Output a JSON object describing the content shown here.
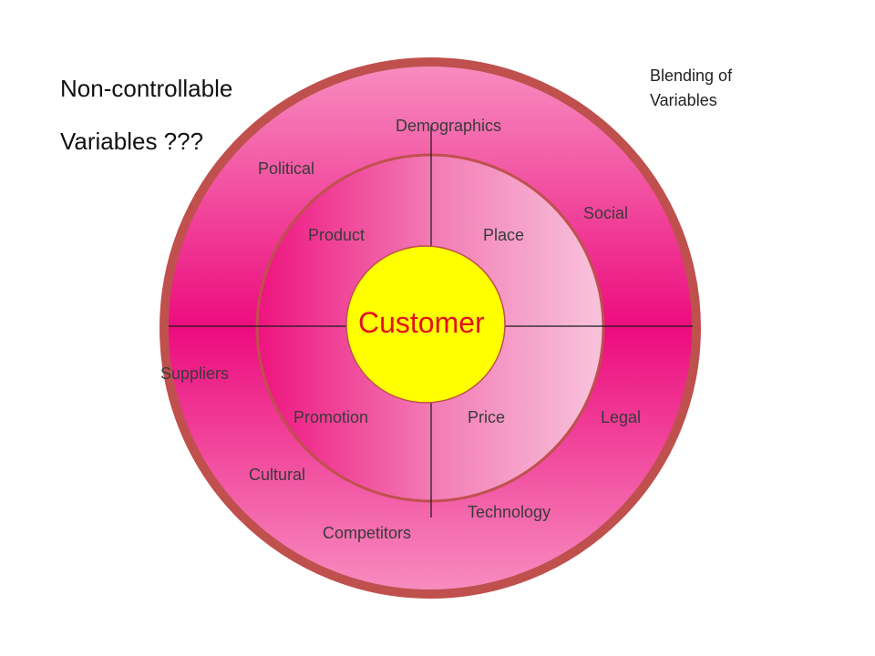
{
  "heading": {
    "line1": "Non-controllable",
    "line2": "Variables ???"
  },
  "note": {
    "line1": "Blending of",
    "line2": "Variables"
  },
  "center": {
    "label": "Customer"
  },
  "marketing_mix": {
    "product": "Product",
    "place": "Place",
    "promotion": "Promotion",
    "price": "Price"
  },
  "environment": {
    "demographics": "Demographics",
    "political": "Political",
    "social": "Social",
    "suppliers": "Suppliers",
    "legal": "Legal",
    "cultural": "Cultural",
    "technology": "Technology",
    "competitors": "Competitors"
  },
  "colors": {
    "outer_border": "#c0504d",
    "outer_light": "#f78ec0",
    "outer_deep": "#ec0c7e",
    "inner_deep": "#ee137f",
    "inner_light": "#f8c4dc",
    "center_fill": "#ffff00",
    "center_text": "#e0121e",
    "axis_line": "#1a1a1a"
  }
}
